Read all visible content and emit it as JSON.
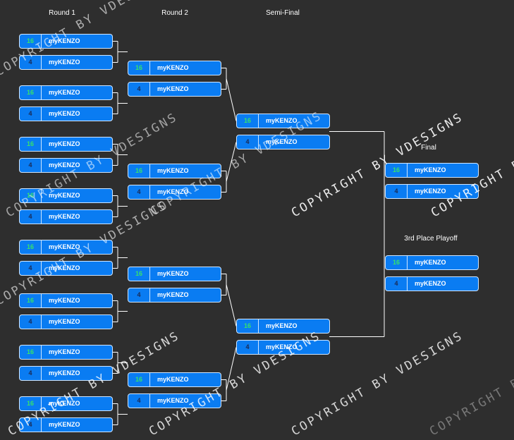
{
  "round_titles": {
    "round1": "Round 1",
    "round2": "Round 2",
    "semi": "Semi-Final",
    "final": "Final",
    "third": "3rd Place Playoff"
  },
  "colors": {
    "background": "#2e2e2e",
    "slot_fill": "#0a7cf2",
    "slot_border": "#cfe6ff",
    "seed_high": "#37e26a",
    "seed_low": "#1a2a55",
    "connector": "#ffffff",
    "watermark": "#ffffff"
  },
  "watermark_text": "COPYRIGHT BY VDESIGNS",
  "matches": {
    "r1": [
      {
        "top": {
          "seed": "16",
          "team": "myKENZO"
        },
        "bottom": {
          "seed": "4",
          "team": "myKENZO"
        }
      },
      {
        "top": {
          "seed": "16",
          "team": "myKENZO"
        },
        "bottom": {
          "seed": "4",
          "team": "myKENZO"
        }
      },
      {
        "top": {
          "seed": "16",
          "team": "myKENZO"
        },
        "bottom": {
          "seed": "4",
          "team": "myKENZO"
        }
      },
      {
        "top": {
          "seed": "16",
          "team": "myKENZO"
        },
        "bottom": {
          "seed": "4",
          "team": "myKENZO"
        }
      },
      {
        "top": {
          "seed": "16",
          "team": "myKENZO"
        },
        "bottom": {
          "seed": "4",
          "team": "myKENZO"
        }
      },
      {
        "top": {
          "seed": "16",
          "team": "myKENZO"
        },
        "bottom": {
          "seed": "4",
          "team": "myKENZO"
        }
      },
      {
        "top": {
          "seed": "16",
          "team": "myKENZO"
        },
        "bottom": {
          "seed": "4",
          "team": "myKENZO"
        }
      },
      {
        "top": {
          "seed": "16",
          "team": "myKENZO"
        },
        "bottom": {
          "seed": "4",
          "team": "myKENZO"
        }
      }
    ],
    "r2": [
      {
        "top": {
          "seed": "16",
          "team": "myKENZO"
        },
        "bottom": {
          "seed": "4",
          "team": "myKENZO"
        }
      },
      {
        "top": {
          "seed": "16",
          "team": "myKENZO"
        },
        "bottom": {
          "seed": "4",
          "team": "myKENZO"
        }
      },
      {
        "top": {
          "seed": "16",
          "team": "myKENZO"
        },
        "bottom": {
          "seed": "4",
          "team": "myKENZO"
        }
      },
      {
        "top": {
          "seed": "16",
          "team": "myKENZO"
        },
        "bottom": {
          "seed": "4",
          "team": "myKENZO"
        }
      }
    ],
    "semi": [
      {
        "top": {
          "seed": "16",
          "team": "myKENZO"
        },
        "bottom": {
          "seed": "4",
          "team": "myKENZO"
        }
      },
      {
        "top": {
          "seed": "16",
          "team": "myKENZO"
        },
        "bottom": {
          "seed": "4",
          "team": "myKENZO"
        }
      }
    ],
    "final": [
      {
        "top": {
          "seed": "16",
          "team": "myKENZO"
        },
        "bottom": {
          "seed": "4",
          "team": "myKENZO"
        }
      }
    ],
    "third": [
      {
        "top": {
          "seed": "16",
          "team": "myKENZO"
        },
        "bottom": {
          "seed": "4",
          "team": "myKENZO"
        }
      }
    ]
  }
}
